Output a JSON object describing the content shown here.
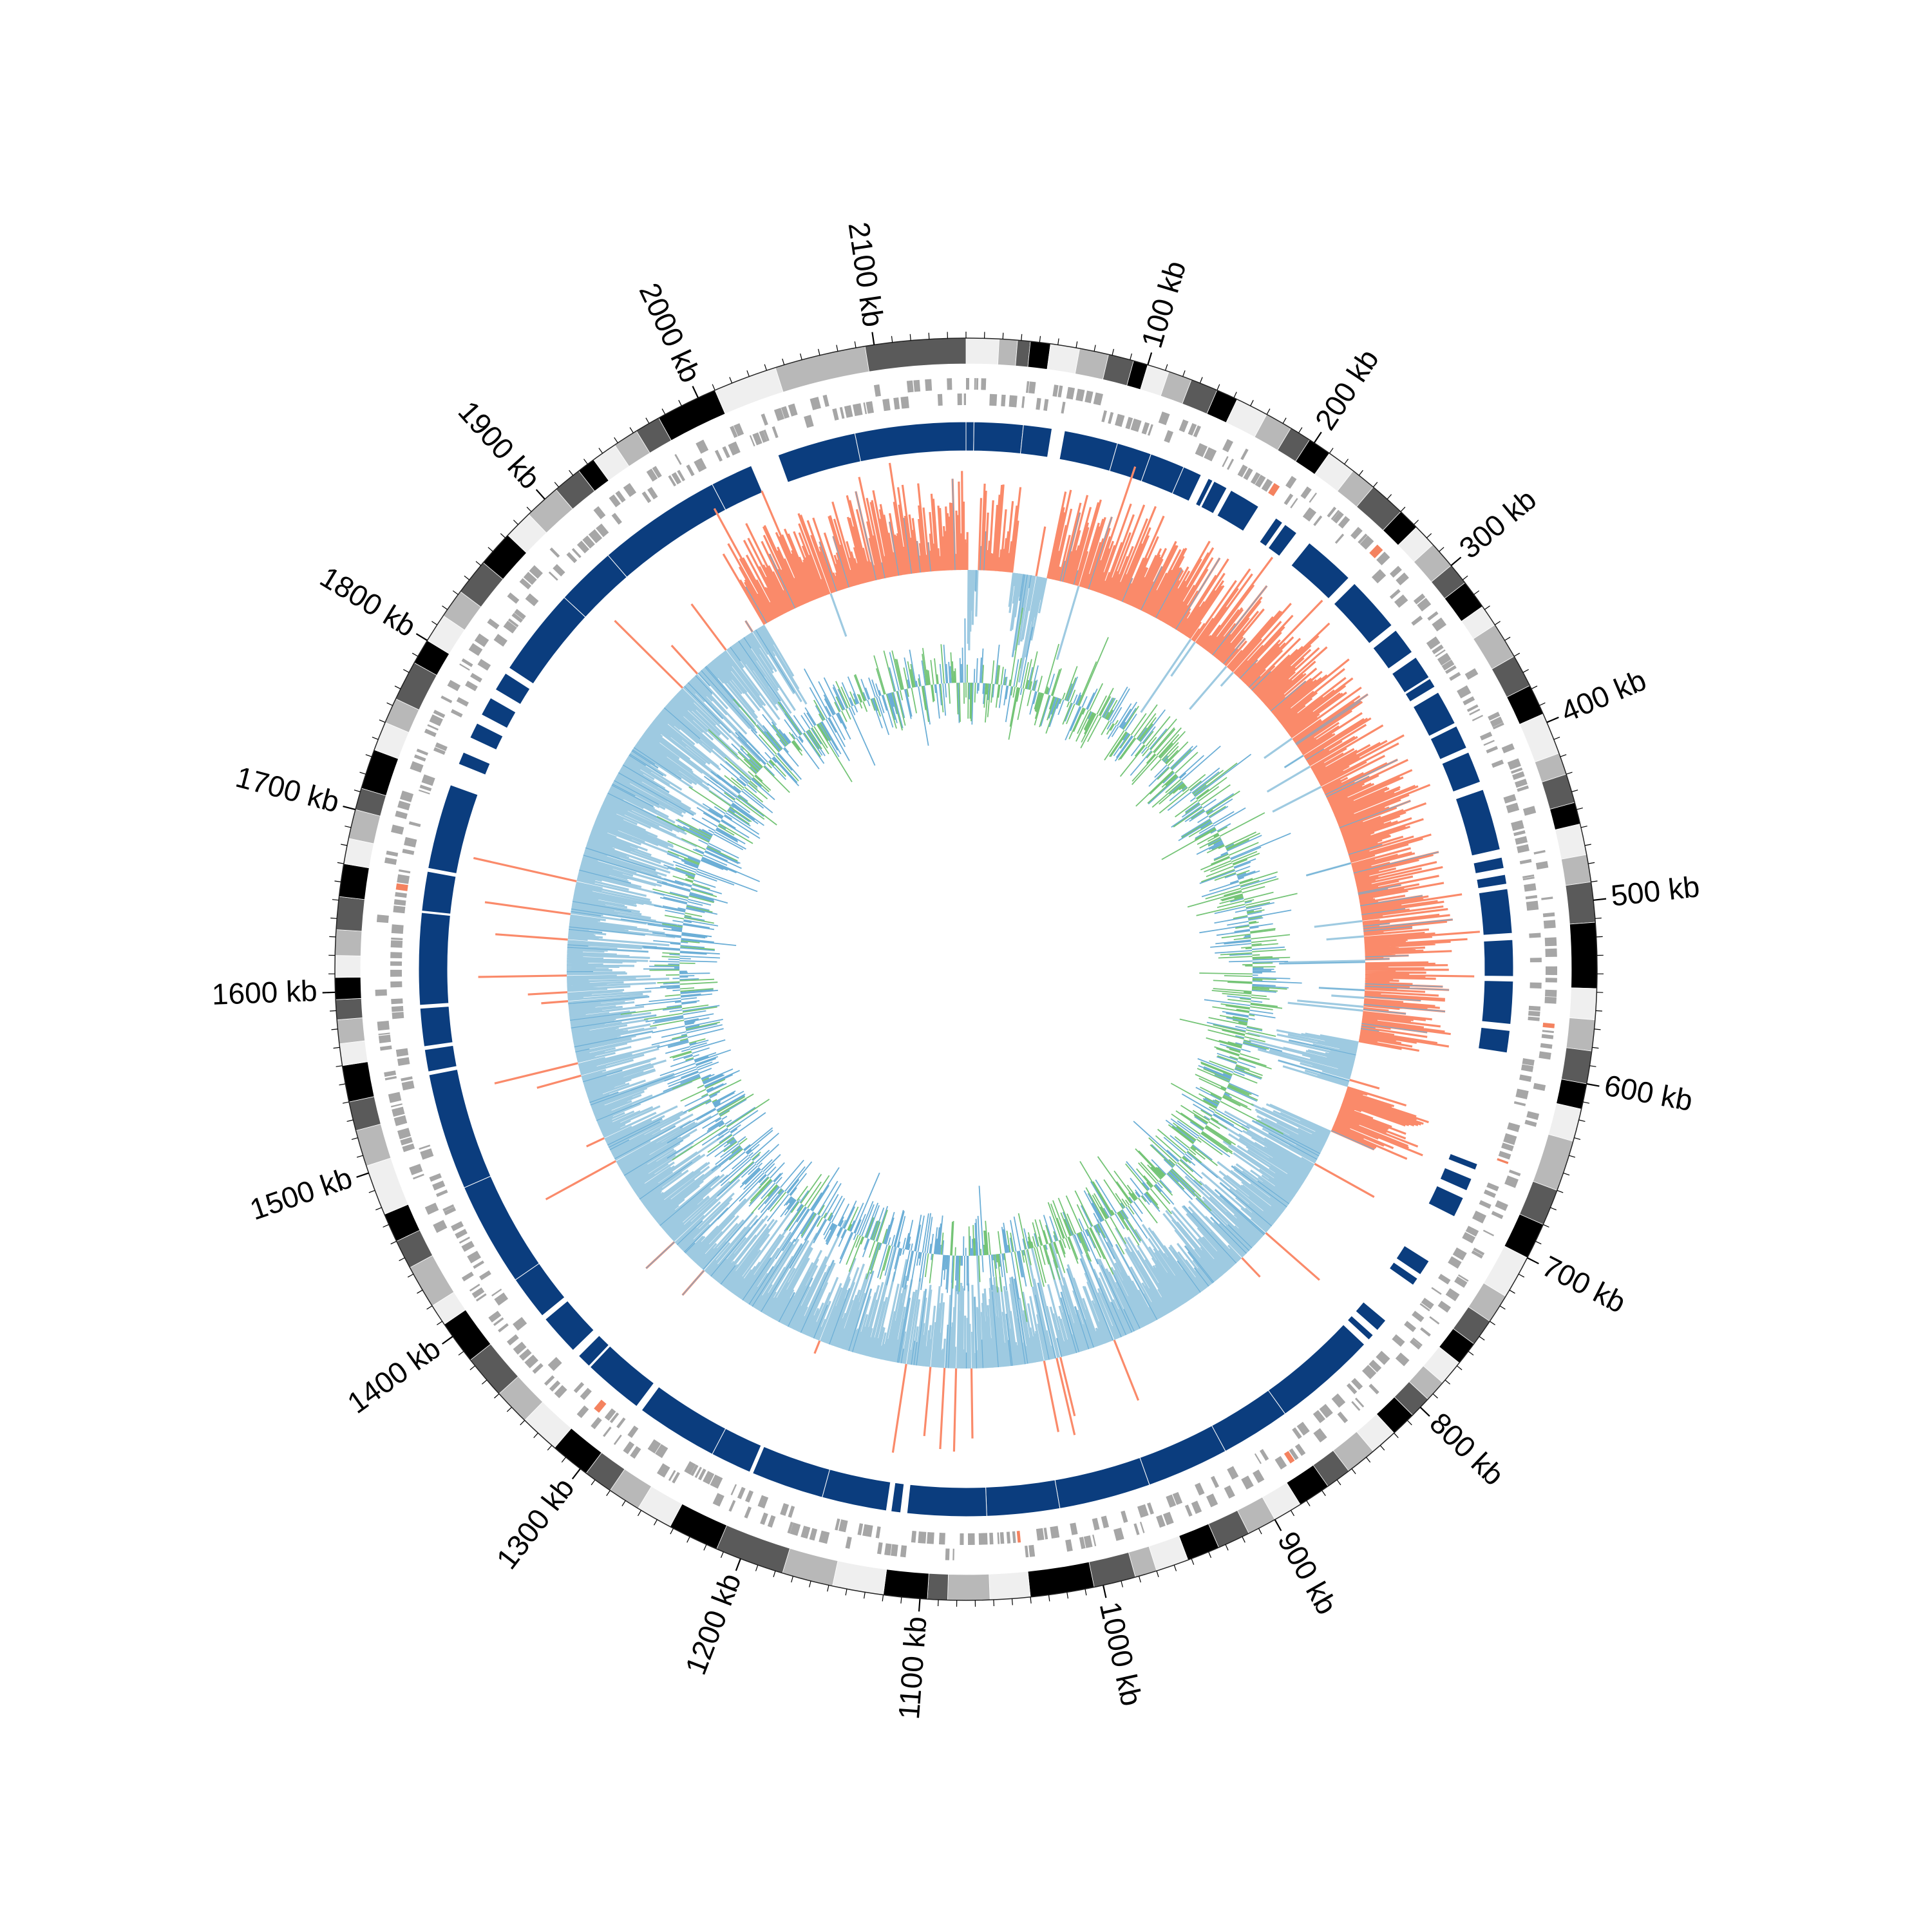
{
  "genome": {
    "length_kb": 2150,
    "unit": "kb"
  },
  "axis": {
    "labels": [
      {
        "kb": 100,
        "text": "100 kb"
      },
      {
        "kb": 200,
        "text": "200 kb"
      },
      {
        "kb": 300,
        "text": "300 kb"
      },
      {
        "kb": 400,
        "text": "400 kb"
      },
      {
        "kb": 500,
        "text": "500 kb"
      },
      {
        "kb": 600,
        "text": "600 kb"
      },
      {
        "kb": 700,
        "text": "700 kb"
      },
      {
        "kb": 800,
        "text": "800 kb"
      },
      {
        "kb": 900,
        "text": "900 kb"
      },
      {
        "kb": 1000,
        "text": "1000 kb"
      },
      {
        "kb": 1100,
        "text": "1100 kb"
      },
      {
        "kb": 1200,
        "text": "1200 kb"
      },
      {
        "kb": 1300,
        "text": "1300 kb"
      },
      {
        "kb": 1400,
        "text": "1400 kb"
      },
      {
        "kb": 1500,
        "text": "1500 kb"
      },
      {
        "kb": 1600,
        "text": "1600 kb"
      },
      {
        "kb": 1700,
        "text": "1700 kb"
      },
      {
        "kb": 1800,
        "text": "1800 kb"
      },
      {
        "kb": 1900,
        "text": "1900 kb"
      },
      {
        "kb": 2000,
        "text": "2000 kb"
      },
      {
        "kb": 2100,
        "text": "2100 kb"
      }
    ],
    "minor_tick_every_kb": 10
  },
  "colors": {
    "background": "#ffffff",
    "contig_black": "#000000",
    "contig_dark": "#5a5a5a",
    "contig_mid": "#b8b8b8",
    "contig_light": "#efefef",
    "feature_gray": "#a6a6a6",
    "feature_red": "#f4825f",
    "block_blue": "#0b3d7e",
    "block_blue_alt": "#1f5fa8",
    "skew_positive": "#fa8a6a",
    "skew_negative": "#9ecae1",
    "skew_line": "#6baed6",
    "gc_green": "#74c476",
    "gc_blue": "#6baed6"
  },
  "contig_ring": {
    "shade_cycle": [
      "light",
      "mid",
      "dark",
      "black"
    ],
    "segments_kb": [
      [
        0,
        18
      ],
      [
        18,
        28
      ],
      [
        28,
        35
      ],
      [
        35,
        46
      ],
      [
        46,
        62
      ],
      [
        62,
        78
      ],
      [
        78,
        92
      ],
      [
        92,
        100
      ],
      [
        100,
        112
      ],
      [
        112,
        125
      ],
      [
        125,
        140
      ],
      [
        140,
        152
      ],
      [
        152,
        170
      ],
      [
        170,
        185
      ],
      [
        185,
        197
      ],
      [
        197,
        210
      ],
      [
        210,
        226
      ],
      [
        226,
        240
      ],
      [
        240,
        260
      ],
      [
        260,
        272
      ],
      [
        272,
        285
      ],
      [
        285,
        300
      ],
      [
        300,
        312
      ],
      [
        312,
        328
      ],
      [
        328,
        340
      ],
      [
        340,
        360
      ],
      [
        360,
        378
      ],
      [
        378,
        395
      ],
      [
        395,
        418
      ],
      [
        418,
        430
      ],
      [
        430,
        446
      ],
      [
        446,
        458
      ],
      [
        458,
        475
      ],
      [
        475,
        490
      ],
      [
        490,
        512
      ],
      [
        512,
        548
      ],
      [
        548,
        565
      ],
      [
        565,
        582
      ],
      [
        582,
        600
      ],
      [
        600,
        614
      ],
      [
        614,
        632
      ],
      [
        632,
        660
      ],
      [
        660,
        680
      ],
      [
        680,
        700
      ],
      [
        700,
        724
      ],
      [
        724,
        740
      ],
      [
        740,
        755
      ],
      [
        755,
        768
      ],
      [
        768,
        782
      ],
      [
        782,
        794
      ],
      [
        794,
        806
      ],
      [
        806,
        820
      ],
      [
        820,
        835
      ],
      [
        835,
        852
      ],
      [
        852,
        866
      ],
      [
        866,
        884
      ],
      [
        884,
        900
      ],
      [
        900,
        916
      ],
      [
        916,
        934
      ],
      [
        934,
        952
      ],
      [
        952,
        970
      ],
      [
        970,
        982
      ],
      [
        982,
        1005
      ],
      [
        1005,
        1040
      ],
      [
        1040,
        1062
      ],
      [
        1062,
        1085
      ],
      [
        1085,
        1096
      ],
      [
        1096,
        1120
      ],
      [
        1120,
        1148
      ],
      [
        1148,
        1176
      ],
      [
        1176,
        1214
      ],
      [
        1214,
        1242
      ],
      [
        1242,
        1262
      ],
      [
        1262,
        1280
      ],
      [
        1280,
        1296
      ],
      [
        1296,
        1318
      ],
      [
        1318,
        1340
      ],
      [
        1340,
        1360
      ],
      [
        1360,
        1384
      ],
      [
        1384,
        1408
      ],
      [
        1408,
        1420
      ],
      [
        1420,
        1444
      ],
      [
        1444,
        1460
      ],
      [
        1460,
        1476
      ],
      [
        1476,
        1504
      ],
      [
        1504,
        1524
      ],
      [
        1524,
        1540
      ],
      [
        1540,
        1560
      ],
      [
        1560,
        1572
      ],
      [
        1572,
        1585
      ],
      [
        1585,
        1596
      ],
      [
        1596,
        1608
      ],
      [
        1608,
        1620
      ],
      [
        1620,
        1634
      ],
      [
        1634,
        1652
      ],
      [
        1652,
        1670
      ],
      [
        1670,
        1684
      ],
      [
        1684,
        1700
      ],
      [
        1700,
        1712
      ],
      [
        1712,
        1734
      ],
      [
        1734,
        1750
      ],
      [
        1750,
        1764
      ],
      [
        1764,
        1786
      ],
      [
        1786,
        1800
      ],
      [
        1800,
        1816
      ],
      [
        1816,
        1832
      ],
      [
        1832,
        1852
      ],
      [
        1852,
        1872
      ],
      [
        1872,
        1888
      ],
      [
        1888,
        1908
      ],
      [
        1908,
        1924
      ],
      [
        1924,
        1934
      ],
      [
        1934,
        1948
      ],
      [
        1948,
        1962
      ],
      [
        1962,
        1976
      ],
      [
        1976,
        2010
      ],
      [
        2010,
        2045
      ],
      [
        2045,
        2095
      ],
      [
        2095,
        2150
      ]
    ]
  },
  "block_ring": {
    "blocks_kb": [
      [
        0,
        5
      ],
      [
        5,
        36
      ],
      [
        36,
        54
      ],
      [
        62,
        96
      ],
      [
        96,
        118
      ],
      [
        118,
        140
      ],
      [
        140,
        152
      ],
      [
        157,
        160
      ],
      [
        161,
        170
      ],
      [
        173,
        193
      ],
      [
        206,
        211
      ],
      [
        213,
        222
      ],
      [
        232,
        265
      ],
      [
        270,
        305
      ],
      [
        309,
        326
      ],
      [
        330,
        345
      ],
      [
        346,
        352
      ],
      [
        356,
        378
      ],
      [
        380,
        395
      ],
      [
        398,
        418
      ],
      [
        423,
        462
      ],
      [
        467,
        474
      ],
      [
        478,
        484
      ],
      [
        487,
        515
      ],
      [
        519,
        542
      ],
      [
        545,
        572
      ],
      [
        576,
        590
      ],
      [
        662,
        666
      ],
      [
        672,
        680
      ],
      [
        685,
        698
      ],
      [
        730,
        740
      ],
      [
        743,
        748
      ],
      [
        776,
        784
      ],
      [
        788,
        792
      ],
      [
        796,
        862
      ],
      [
        862,
        906
      ],
      [
        906,
        958
      ],
      [
        958,
        1016
      ],
      [
        1016,
        1062
      ],
      [
        1062,
        1112
      ],
      [
        1116,
        1122
      ],
      [
        1125,
        1166
      ],
      [
        1166,
        1212
      ],
      [
        1214,
        1240
      ],
      [
        1240,
        1292
      ],
      [
        1296,
        1334
      ],
      [
        1335,
        1344
      ],
      [
        1349,
        1375
      ],
      [
        1378,
        1406
      ],
      [
        1406,
        1472
      ],
      [
        1472,
        1546
      ],
      [
        1548,
        1562
      ],
      [
        1564,
        1588
      ],
      [
        1590,
        1648
      ],
      [
        1649,
        1674
      ],
      [
        1676,
        1730
      ],
      [
        1744,
        1752
      ],
      [
        1762,
        1772
      ],
      [
        1778,
        1790
      ],
      [
        1796,
        1808
      ],
      [
        1812,
        1868
      ],
      [
        1868,
        1906
      ],
      [
        1906,
        1985
      ],
      [
        1985,
        2012
      ],
      [
        2030,
        2080
      ],
      [
        2080,
        2150
      ]
    ]
  },
  "skew_ring": {
    "positive_kb": [
      [
        2140,
        2150
      ],
      [
        0,
        2
      ],
      [
        10,
        40
      ],
      [
        70,
        600
      ],
      [
        640,
        680
      ],
      [
        1968,
        2140
      ]
    ],
    "negative_kb": [
      [
        2,
        10
      ],
      [
        40,
        70
      ],
      [
        600,
        640
      ],
      [
        680,
        1968
      ]
    ]
  },
  "gc_ring": {
    "green_from_kb": 2050,
    "green_to_kb": 1020
  }
}
